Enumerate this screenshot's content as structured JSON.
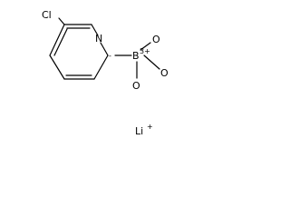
{
  "molecule": {
    "atoms": {
      "chlorine": "Cl",
      "nitrogen": "N",
      "boron": "B",
      "boron_charge": "3+",
      "oxygen_top": "O",
      "oxygen_right": "O",
      "oxygen_bottom": "O",
      "carbanion_charge": "-",
      "lithium": "Li",
      "lithium_charge": "+"
    }
  }
}
